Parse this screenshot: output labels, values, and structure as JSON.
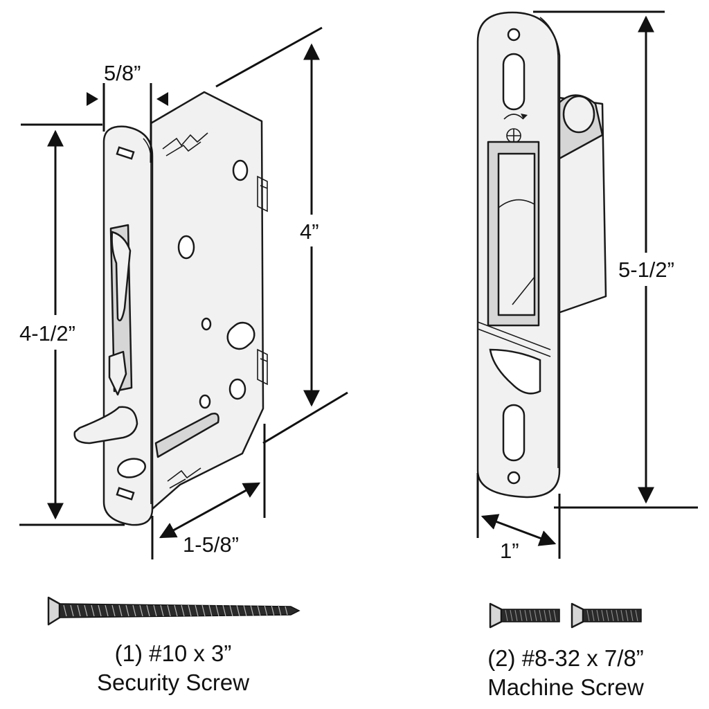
{
  "lock": {
    "width_faceplate": "5/8”",
    "height_body": "4”",
    "height_faceplate": "4-1/2”",
    "depth": "1-5/8”"
  },
  "strike": {
    "height": "5-1/2”",
    "width": "1”"
  },
  "hardware": {
    "security_screw_line1": "(1) #10 x 3”",
    "security_screw_line2": "Security Screw",
    "machine_screw_line1": "(2) #8-32 x 7/8”",
    "machine_screw_line2": "Machine Screw"
  }
}
